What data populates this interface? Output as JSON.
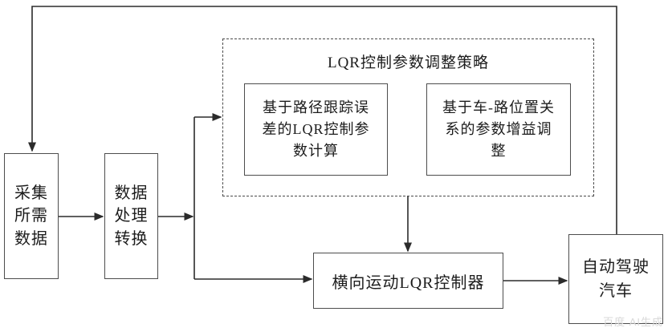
{
  "diagram": {
    "group_title": "LQR控制参数调整策略",
    "nodes": {
      "collect": {
        "label": "采集\n所需\n数据"
      },
      "process": {
        "label": "数据\n处理\n转换"
      },
      "calc": {
        "label": "基于路径跟踪误\n差的LQR控制参\n数计算"
      },
      "gain": {
        "label": "基于车-路位置关\n系的参数增益调\n整"
      },
      "controller": {
        "label": "横向运动LQR控制器"
      },
      "vehicle": {
        "label": "自动驾驶\n汽车"
      }
    },
    "watermark": "百度 AI生成",
    "colors": {
      "line": "#2b2b2b",
      "box_border": "#4d4d4d",
      "background": "#ffffff",
      "text": "#1c1c1c",
      "watermark": "#d8d8d8"
    }
  }
}
